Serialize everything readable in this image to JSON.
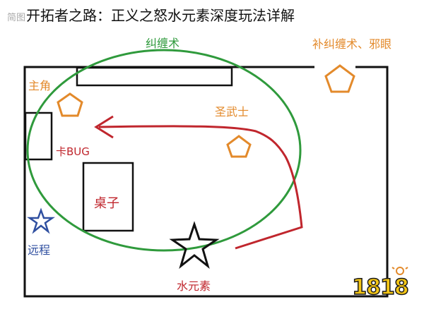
{
  "title": {
    "prefix": "简图",
    "text": "开拓者之路：正义之怒水元素深度玩法详解"
  },
  "labels": {
    "entangle": "纠缠术",
    "entangle_evil_eye": "补纠缠术、邪眼",
    "protagonist": "主角",
    "paladin": "圣武士",
    "bug_spot": "卡BUG",
    "table": "桌子",
    "ranged": "远程",
    "water_elemental": "水元素"
  },
  "watermark": {
    "text": "1818"
  },
  "colors": {
    "room_outline": "#111111",
    "circle_area": "#2f9a3c",
    "arrow_path": "#c0262d",
    "pentagon": "#e38a2b",
    "label_orange": "#e38a2b",
    "label_green": "#2f9a3c",
    "label_red": "#c0262d",
    "label_blue": "#2f4fa0",
    "star_blue": "#2f4fa0",
    "star_black": "#111111",
    "logo_yellow": "#f3c515"
  }
}
